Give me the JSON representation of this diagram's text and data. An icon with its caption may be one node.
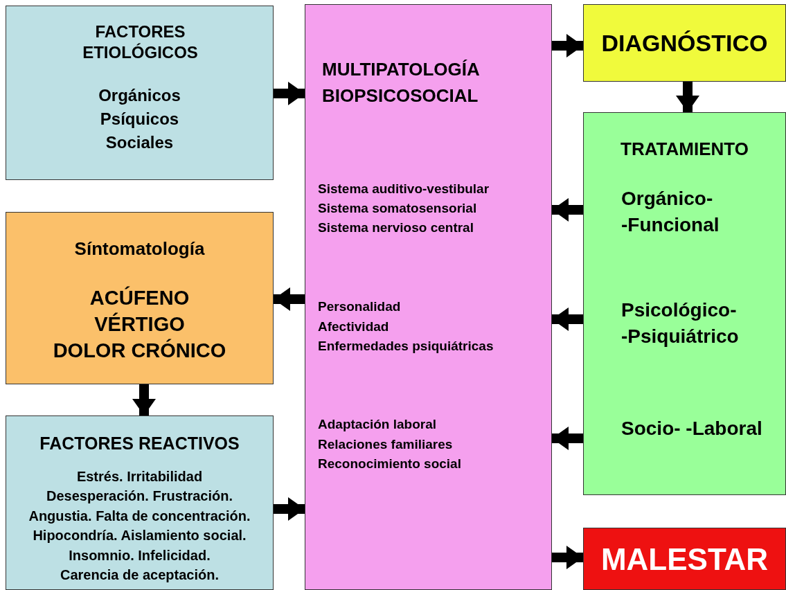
{
  "diagram": {
    "nodes": [
      {
        "text": [
          "FACTORES ETIOLÓGICOS",
          "Orgánicos",
          "Psíquicos",
          "Sociales"
        ]
      },
      {
        "text": [
          "Síntomatología",
          "ACÚFENO",
          "VÉRTIGO",
          "DOLOR CRÓNICO"
        ]
      },
      {
        "text": [
          "FACTORES REACTIVOS",
          "Estrés. Irritabilidad",
          "Desesperación. Frustración.",
          "Angustia. Falta de concentración.",
          "Hipocondría. Aislamiento social.",
          "Insomnio. Infelicidad.",
          "Carencia de aceptación."
        ]
      },
      {
        "text": [
          "MULTIPATOLOGÍA BIOPSICOSOCIAL",
          "Sistema auditivo-vestibular",
          "Sistema somatosensorial",
          "Sistema nervioso central",
          "Personalidad",
          "Afectividad",
          "Enfermedades psiquiátricas",
          "Adaptación laboral",
          "Relaciones familiares",
          "Reconocimiento social"
        ]
      },
      {
        "text": [
          "DIAGNÓSTICO"
        ]
      },
      {
        "text": [
          "TRATAMIENTO",
          "Orgánico- -Funcional",
          "Psicológico- -Psiquiátrico",
          "Socio- -Laboral"
        ]
      },
      {
        "text": [
          "MALESTAR"
        ]
      }
    ],
    "edges": [
      {
        "from": 0,
        "to": 3,
        "arrow": "to"
      },
      {
        "from": 3,
        "to": 1,
        "arrow": "to"
      },
      {
        "from": 1,
        "to": 2,
        "arrow": "to"
      },
      {
        "from": 2,
        "to": 3,
        "arrow": "to"
      },
      {
        "from": 3,
        "to": 4,
        "arrow": "to"
      },
      {
        "from": 4,
        "to": 5,
        "arrow": "to"
      },
      {
        "from": 5,
        "to": 3,
        "arrow": "to"
      },
      {
        "from": 5,
        "to": 3,
        "arrow": "to"
      },
      {
        "from": 5,
        "to": 3,
        "arrow": "to"
      },
      {
        "from": 3,
        "to": 6,
        "arrow": "to"
      }
    ]
  }
}
